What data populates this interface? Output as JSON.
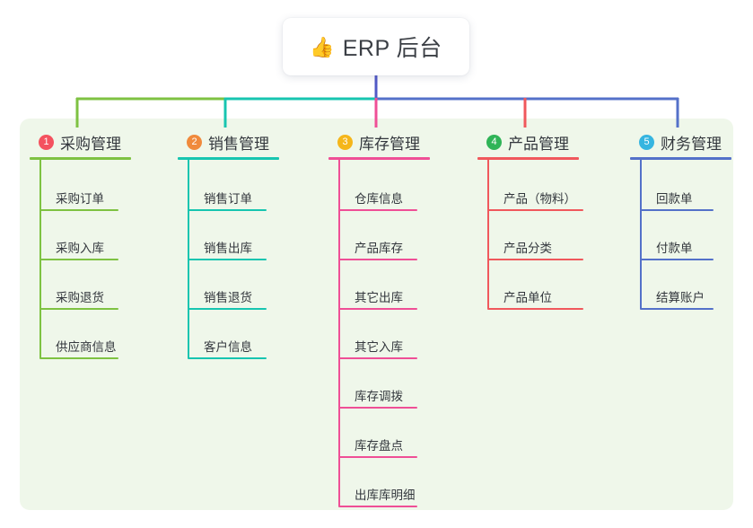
{
  "root": {
    "icon": "thumbs-up-emoji",
    "icon_glyph": "👍",
    "title": "ERP 后台"
  },
  "palette": {
    "panel_background": "#eff7ea",
    "page_background": "#ffffff",
    "trunk": "#5159c6",
    "text": "#33373d"
  },
  "columns": [
    {
      "number": "1",
      "title": "采购管理",
      "color": "#7ec242",
      "badge_color": "#f4525f",
      "items": [
        {
          "label": "采购订单"
        },
        {
          "label": "采购入库"
        },
        {
          "label": "采购退货"
        },
        {
          "label": "供应商信息"
        }
      ]
    },
    {
      "number": "2",
      "title": "销售管理",
      "color": "#17c5b0",
      "badge_color": "#f08a3c",
      "items": [
        {
          "label": "销售订单"
        },
        {
          "label": "销售出库"
        },
        {
          "label": "销售退货"
        },
        {
          "label": "客户信息"
        }
      ]
    },
    {
      "number": "3",
      "title": "库存管理",
      "color": "#ef4f96",
      "badge_color": "#f5b61a",
      "items": [
        {
          "label": "仓库信息"
        },
        {
          "label": "产品库存"
        },
        {
          "label": "其它出库"
        },
        {
          "label": "其它入库"
        },
        {
          "label": "库存调拨"
        },
        {
          "label": "库存盘点"
        },
        {
          "label": "出库库明细"
        }
      ]
    },
    {
      "number": "4",
      "title": "产品管理",
      "color": "#f0585c",
      "badge_color": "#2fb457",
      "items": [
        {
          "label": "产品（物料）"
        },
        {
          "label": "产品分类"
        },
        {
          "label": "产品单位"
        }
      ]
    },
    {
      "number": "5",
      "title": "财务管理",
      "color": "#5471c9",
      "badge_color": "#36b5e0",
      "items": [
        {
          "label": "回款单"
        },
        {
          "label": "付款单"
        },
        {
          "label": "结算账户"
        }
      ]
    }
  ]
}
